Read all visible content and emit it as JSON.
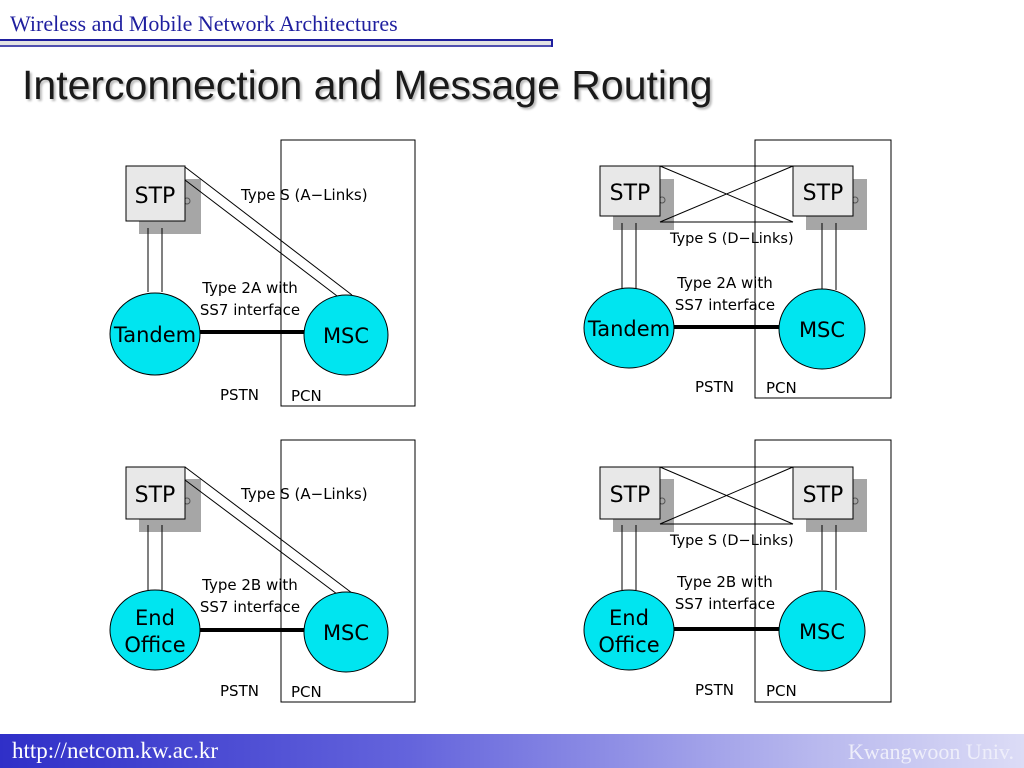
{
  "header": {
    "course_title": "Wireless and Mobile Network Architectures"
  },
  "slide": {
    "title": "Interconnection and Message Routing"
  },
  "footer": {
    "url": "http://netcom.kw.ac.kr",
    "university": "Kwangwoon Univ."
  },
  "colors": {
    "node_fill": "#00e5f0",
    "header_text": "#1f1f9f",
    "footer_start": "#2f2fc8",
    "footer_end": "#dcdcf6"
  },
  "panels": [
    {
      "link_label": "Type S (A−Links)",
      "trunk_line1": "Type 2A with",
      "trunk_line2": "SS7 interface",
      "stp_left": "STP",
      "switch_line1": "Tandem",
      "switch_line2": "",
      "msc": "MSC",
      "pstn": "PSTN",
      "pcn": "PCN"
    },
    {
      "link_label": "Type S (D−Links)",
      "trunk_line1": "Type 2A with",
      "trunk_line2": "SS7 interface",
      "stp_left": "STP",
      "stp_right": "STP",
      "switch_line1": "Tandem",
      "switch_line2": "",
      "msc": "MSC",
      "pstn": "PSTN",
      "pcn": "PCN"
    },
    {
      "link_label": "Type S (A−Links)",
      "trunk_line1": "Type 2B with",
      "trunk_line2": "SS7 interface",
      "stp_left": "STP",
      "switch_line1": "End",
      "switch_line2": "Office",
      "msc": "MSC",
      "pstn": "PSTN",
      "pcn": "PCN"
    },
    {
      "link_label": "Type S (D−Links)",
      "trunk_line1": "Type 2B with",
      "trunk_line2": "SS7 interface",
      "stp_left": "STP",
      "stp_right": "STP",
      "switch_line1": "End",
      "switch_line2": "Office",
      "msc": "MSC",
      "pstn": "PSTN",
      "pcn": "PCN"
    }
  ]
}
